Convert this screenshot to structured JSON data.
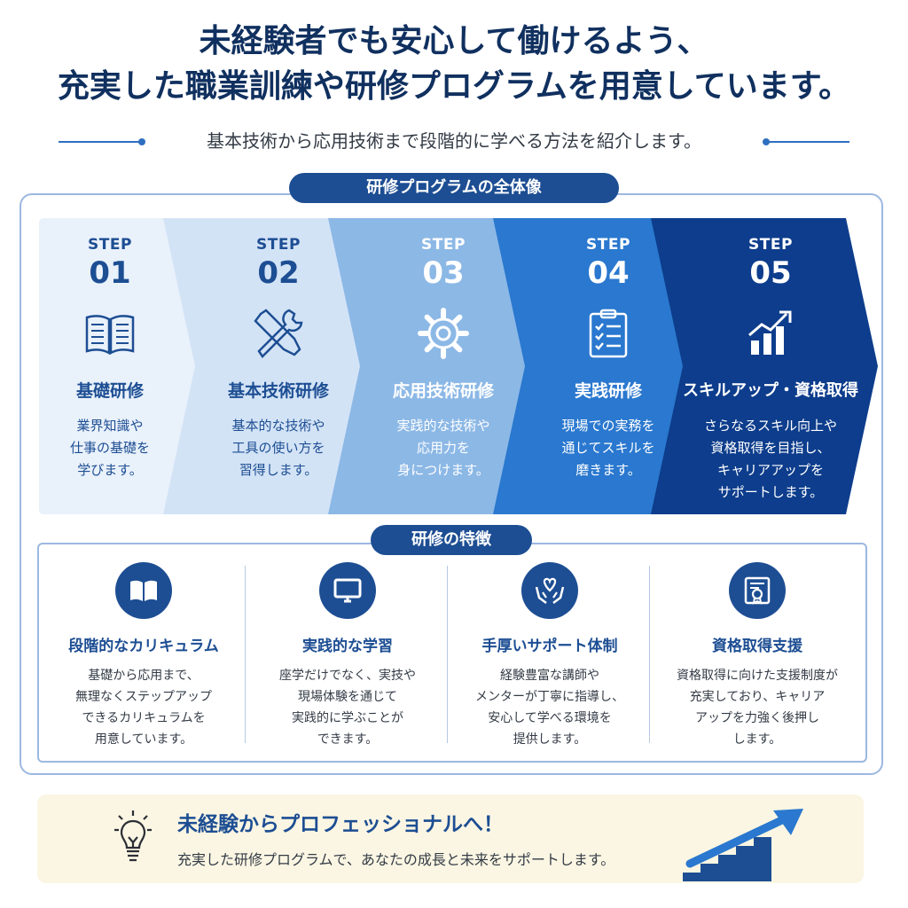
{
  "headline": {
    "line1": "未経験者でも安心して働けるよう、",
    "line2": "充実した職業訓練や研修プログラムを用意しています。"
  },
  "subheadline": "基本技術から応用技術まで段階的に学べる方法を紹介します。",
  "program": {
    "title": "研修プログラムの全体像",
    "steps": [
      {
        "label": "STEP",
        "number": "01",
        "icon": "open-book-icon",
        "title": "基礎研修",
        "desc": [
          "業界知識や",
          "仕事の基礎を",
          "学びます。"
        ]
      },
      {
        "label": "STEP",
        "number": "02",
        "icon": "tools-icon",
        "title": "基本技術研修",
        "desc": [
          "基本的な技術や",
          "工具の使い方を",
          "習得します。"
        ]
      },
      {
        "label": "STEP",
        "number": "03",
        "icon": "gear-icon",
        "title": "応用技術研修",
        "desc": [
          "実践的な技術や",
          "応用力を",
          "身につけます。"
        ]
      },
      {
        "label": "STEP",
        "number": "04",
        "icon": "clipboard-checklist-icon",
        "title": "実践研修",
        "desc": [
          "現場での実務を",
          "通じてスキルを",
          "磨きます。"
        ]
      },
      {
        "label": "STEP",
        "number": "05",
        "icon": "growth-chart-icon",
        "title": "スキルアップ・資格取得",
        "desc": [
          "さらなるスキル向上や",
          "資格取得を目指し、",
          "キャリアアップを",
          "サポートします。"
        ]
      }
    ],
    "step_colors": [
      "#e9f1fb",
      "#d3e3f6",
      "#8cb8e6",
      "#2a78cf",
      "#0d3d8c"
    ]
  },
  "features": {
    "title": "研修の特徴",
    "items": [
      {
        "icon": "book-icon",
        "title": "段階的なカリキュラム",
        "desc": [
          "基礎から応用まで、",
          "無理なくステップアップ",
          "できるカリキュラムを",
          "用意しています。"
        ]
      },
      {
        "icon": "monitor-icon",
        "title": "実践的な学習",
        "desc": [
          "座学だけでなく、実技や",
          "現場体験を通じて",
          "実践的に学ぶことが",
          "できます。"
        ]
      },
      {
        "icon": "heart-hands-icon",
        "title": "手厚いサポート体制",
        "desc": [
          "経験豊富な講師や",
          "メンターが丁寧に指導し、",
          "安心して学べる環境を",
          "提供します。"
        ]
      },
      {
        "icon": "certificate-icon",
        "title": "資格取得支援",
        "desc": [
          "資格取得に向けた支援制度が",
          "充実しており、キャリア",
          "アップを力強く後押し",
          "します。"
        ]
      }
    ]
  },
  "banner": {
    "title": "未経験からプロフェッショナルへ！",
    "subtitle": "充実した研修プログラムで、あなたの成長と未来をサポートします。",
    "icons": [
      "lightbulb-icon",
      "stairs-arrow-icon"
    ]
  },
  "colors": {
    "navy": "#10305f",
    "accent": "#1d4e93",
    "border": "#9cb8e0",
    "banner_bg": "#fbf6e3"
  }
}
